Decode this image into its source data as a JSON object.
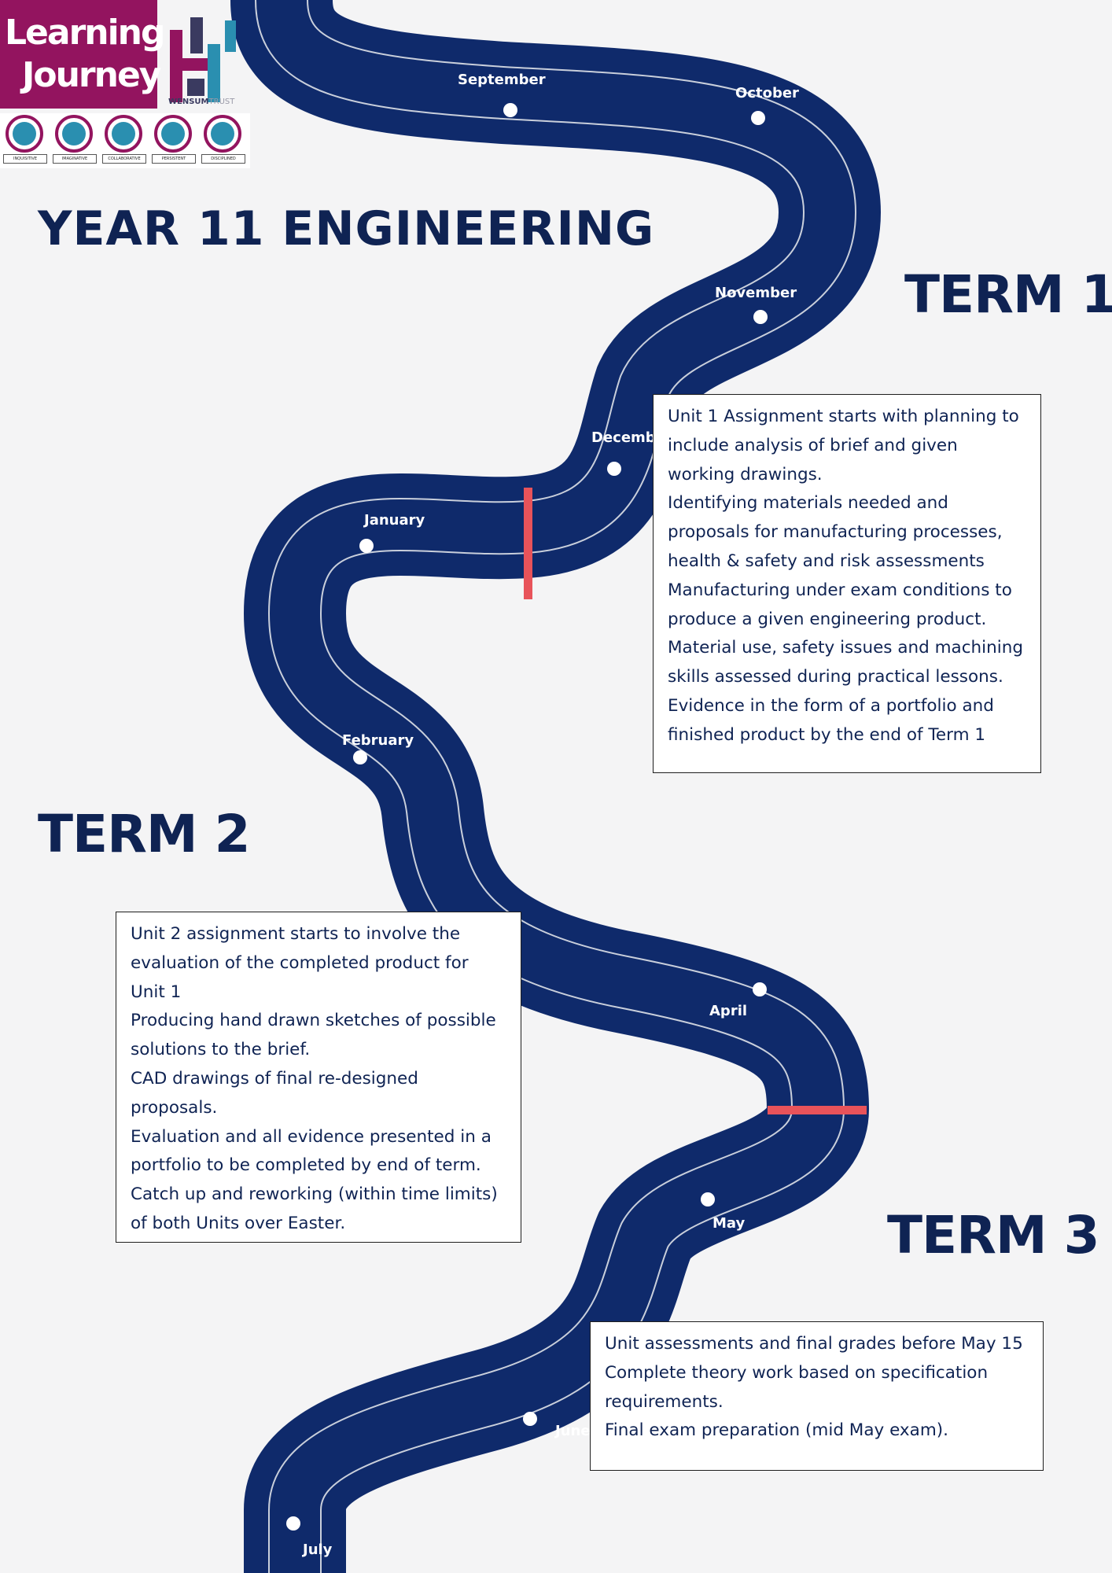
{
  "logo": {
    "banner_line1": "Learning",
    "banner_line2": "Journey",
    "trust_name_bold": "WENSUM",
    "trust_name_light": "TRUST",
    "values": [
      "INQUISITIVE",
      "IMAGINATIVE",
      "COLLABORATIVE",
      "PERSISTENT",
      "DISCIPLINED"
    ]
  },
  "title": "YEAR 11 ENGINEERING",
  "terms": {
    "term1": "TERM 1",
    "term2": "TERM 2",
    "term3": "TERM 3"
  },
  "months": {
    "september": "September",
    "october": "October",
    "november": "November",
    "december": "December",
    "january": "January",
    "february": "February",
    "april": "April",
    "may": "May",
    "june": "June",
    "july": "July"
  },
  "boxes": {
    "term1": [
      "Unit 1 Assignment starts with planning to include analysis of brief and given working drawings.",
      "Identifying materials needed and proposals for manufacturing processes, health & safety and risk assessments",
      "Manufacturing under exam conditions to produce a given engineering product.",
      "Material use, safety issues and machining skills assessed during practical lessons.",
      "Evidence in the form of a portfolio and finished product by the end of Term 1"
    ],
    "term2": [
      "Unit 2 assignment starts to involve the evaluation of the completed product for Unit 1",
      "Producing hand drawn sketches of possible solutions to the brief.",
      "CAD drawings of final re-designed proposals.",
      "Evaluation and all evidence presented in a portfolio to be completed by end of term.",
      "Catch up and reworking (within time limits) of both Units over Easter."
    ],
    "term3": [
      "Unit assessments and final grades before May 15",
      "Complete theory work based on specification requirements.",
      "Final exam preparation (mid May exam)."
    ]
  },
  "colors": {
    "road": "#0f2a6b",
    "road_edge": "#c9cfdb",
    "term_divider": "#e8535a",
    "heading": "#0f2353",
    "logo_purple": "#93145f"
  }
}
